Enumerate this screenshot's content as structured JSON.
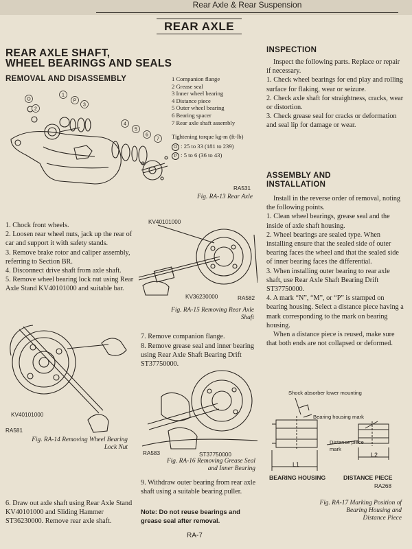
{
  "header": "Rear Axle & Rear Suspension",
  "title": "REAR AXLE",
  "section_title_1": "REAR AXLE SHAFT,",
  "section_title_2": "WHEEL BEARINGS AND SEALS",
  "removal_heading": "REMOVAL AND DISASSEMBLY",
  "parts_list": [
    "1  Companion flange",
    "2  Grease seal",
    "3  Inner wheel bearing",
    "4  Distance piece",
    "5  Outer wheel bearing",
    "6  Bearing spacer",
    "7  Rear axle shaft assembly"
  ],
  "torque_heading": "Tightening torque  kg-m (ft-lb)",
  "torque_o": ": 25 to 33 (181 to 239)",
  "torque_p": ": 5 to 6 (36 to 43)",
  "torque_o_symbol": "O",
  "torque_p_symbol": "P",
  "fig13_code": "RA531",
  "fig13_caption": "Fig. RA-13  Rear Axle",
  "removal_steps": [
    "1.   Chock front wheels.",
    "2.   Loosen rear wheel nuts, jack up the rear of car and support it with safety stands.",
    "3.   Remove brake rotor and caliper assembly, referring to Section BR.",
    "4.   Disconnect drive shaft from axle shaft.",
    "5.   Remove wheel bearing lock nut using Rear Axle Stand KV40101000 and suitable bar."
  ],
  "fig14_label": "KV40101000",
  "fig14_code": "RA581",
  "fig14_caption_1": "Fig. RA-14  Removing Wheel Bearing",
  "fig14_caption_2": "Lock Nut",
  "step6": "6.   Draw out axle shaft using Rear Axle Stand KV40101000 and Sliding Hammer ST36230000. Remove rear axle shaft.",
  "fig15_label_top": "KV40101000",
  "fig15_label_bottom": "KV36230000",
  "fig15_code": "RA582",
  "fig15_caption_1": "Fig. RA-15  Removing Rear Axle",
  "fig15_caption_2": "Shaft",
  "step7": "7.   Remove companion flange.",
  "step8": "8.   Remove grease seal and inner bearing using Rear Axle Shaft Bearing Drift ST37750000.",
  "fig16_code": "RA583",
  "fig16_label": "ST37750000",
  "fig16_caption_1": "Fig. RA-16  Removing Grease Seal",
  "fig16_caption_2": "and Inner Bearing",
  "step9": "9.   Withdraw outer bearing from rear axle shaft using a suitable bearing puller.",
  "note": "Note:  Do not reuse bearings and grease seal after removal.",
  "inspection_heading": "INSPECTION",
  "inspection_intro": "Inspect the following parts. Replace or repair if necessary.",
  "inspection_steps": [
    "1.   Check wheel bearings for end play and rolling surface for flaking, wear or seizure.",
    "2.   Check axle shaft for straightness, cracks, wear or distortion.",
    "3.   Check grease seal for cracks or deformation and seal lip for damage or wear."
  ],
  "assembly_heading_1": "ASSEMBLY AND",
  "assembly_heading_2": "INSTALLATION",
  "assembly_intro": "Install in the reverse order of removal, noting the following points.",
  "assembly_steps": [
    "1.   Clean wheel bearings, grease seal and the inside of axle shaft housing.",
    "2.   Wheel bearings are sealed type. When installing ensure that the sealed side of outer bearing faces the wheel and that the sealed side of inner bearing faces the differential.",
    "3.   When installing outer bearing to rear axle shaft, use Rear Axle Shaft Bearing Drift ST37750000.",
    "4.   A mark “N”, “M”, or “P” is stamped on bearing housing. Select a distance piece having a mark corresponding to the mark on bearing housing."
  ],
  "assembly_reuse": "When a distance piece is reused, make sure that both ends are not collapsed or deformed.",
  "fig17_label_shock": "Shock absorber lower mounting",
  "fig17_label_mark": "Bearing housing mark",
  "fig17_label_piece_1": "Distance piece",
  "fig17_label_piece_2": "mark",
  "fig17_l1": "L1",
  "fig17_l2": "L2",
  "fig17_bottom_left": "BEARING HOUSING",
  "fig17_bottom_right": "DISTANCE PIECE",
  "fig17_code": "RA268",
  "fig17_caption_1": "Fig. RA-17  Marking Position of",
  "fig17_caption_2": "Bearing Housing and",
  "fig17_caption_3": "Distance Piece",
  "page_number": "RA-7"
}
